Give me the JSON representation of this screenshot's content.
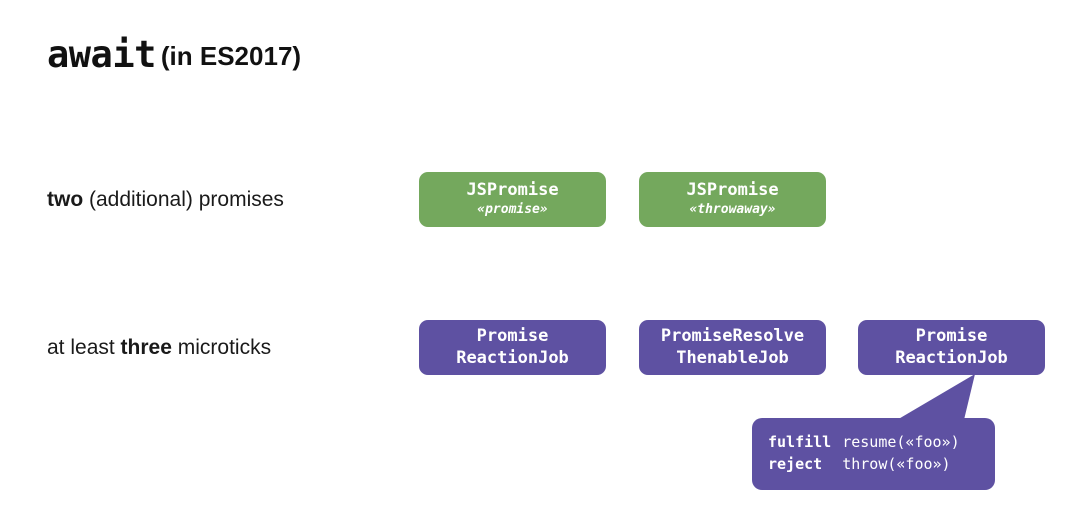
{
  "slide": {
    "title": {
      "mono": "await",
      "rest": "(in ES2017)"
    },
    "background_color": "#ffffff",
    "text_color": "#111111"
  },
  "colors": {
    "promise_green": "#74a85d",
    "job_purple": "#5e51a2",
    "node_text": "#ffffff"
  },
  "rows": [
    {
      "label_plain_1": "two",
      "label_plain_2": " (additional) promises",
      "nodes": [
        {
          "title": "JSPromise",
          "subtitle": "«promise»"
        },
        {
          "title": "JSPromise",
          "subtitle": "«throwaway»"
        }
      ]
    },
    {
      "label_plain_1": "at least ",
      "label_bold": "three",
      "label_plain_2": " microticks",
      "nodes": [
        {
          "line1": "Promise",
          "line2": "ReactionJob"
        },
        {
          "line1": "PromiseResolve",
          "line2": "ThenableJob"
        },
        {
          "line1": "Promise",
          "line2": "ReactionJob"
        }
      ]
    }
  ],
  "callout": {
    "rows": [
      {
        "key": "fulfill",
        "value": "resume(«foo»)"
      },
      {
        "key": "reject",
        "value": "throw(«foo»)"
      }
    ]
  }
}
